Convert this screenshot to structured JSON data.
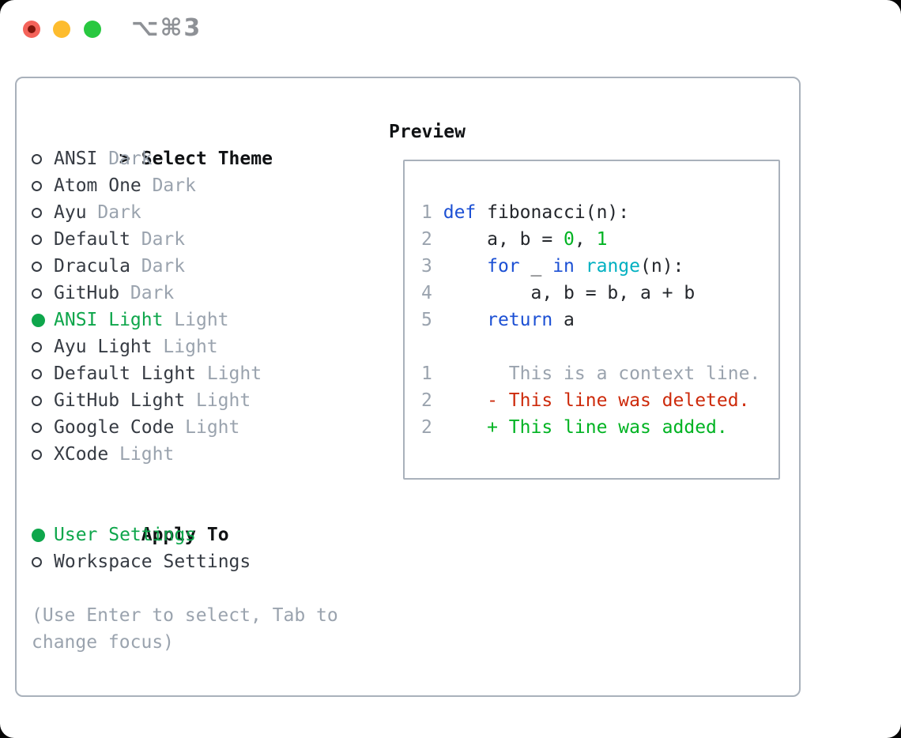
{
  "window": {
    "title": "⌥⌘3",
    "controls": [
      {
        "name": "close"
      },
      {
        "name": "minimize"
      },
      {
        "name": "zoom"
      }
    ]
  },
  "theme_selector": {
    "header_prefix": ">",
    "header": "Select Theme",
    "items": [
      {
        "name": "ANSI",
        "variant": "Dark",
        "selected": false
      },
      {
        "name": "Atom One",
        "variant": "Dark",
        "selected": false
      },
      {
        "name": "Ayu",
        "variant": "Dark",
        "selected": false
      },
      {
        "name": "Default",
        "variant": "Dark",
        "selected": false
      },
      {
        "name": "Dracula",
        "variant": "Dark",
        "selected": false
      },
      {
        "name": "GitHub",
        "variant": "Dark",
        "selected": false
      },
      {
        "name": "ANSI Light",
        "variant": "Light",
        "selected": true
      },
      {
        "name": "Ayu Light",
        "variant": "Light",
        "selected": false
      },
      {
        "name": "Default Light",
        "variant": "Light",
        "selected": false
      },
      {
        "name": "GitHub Light",
        "variant": "Light",
        "selected": false
      },
      {
        "name": "Google Code",
        "variant": "Light",
        "selected": false
      },
      {
        "name": "XCode",
        "variant": "Light",
        "selected": false
      }
    ]
  },
  "apply_to": {
    "header": "Apply To",
    "options": [
      {
        "label": "User Settings",
        "selected": true
      },
      {
        "label": "Workspace Settings",
        "selected": false
      }
    ]
  },
  "help_lines": [
    "(Use Enter to select, Tab to",
    "change focus)"
  ],
  "preview": {
    "header": "Preview",
    "code_lines": [
      [
        {
          "c": "ln",
          "t": "1"
        },
        {
          "c": "pl",
          "t": " "
        },
        {
          "c": "kw",
          "t": "def"
        },
        {
          "c": "pl",
          "t": " fibonacci(n):"
        }
      ],
      [
        {
          "c": "ln",
          "t": "2"
        },
        {
          "c": "pl",
          "t": "     a, b = "
        },
        {
          "c": "num",
          "t": "0"
        },
        {
          "c": "pl",
          "t": ", "
        },
        {
          "c": "num",
          "t": "1"
        }
      ],
      [
        {
          "c": "ln",
          "t": "3"
        },
        {
          "c": "pl",
          "t": "     "
        },
        {
          "c": "kw",
          "t": "for"
        },
        {
          "c": "pl",
          "t": " _ "
        },
        {
          "c": "kw",
          "t": "in"
        },
        {
          "c": "pl",
          "t": " "
        },
        {
          "c": "fn",
          "t": "range"
        },
        {
          "c": "pl",
          "t": "(n):"
        }
      ],
      [
        {
          "c": "ln",
          "t": "4"
        },
        {
          "c": "pl",
          "t": "         a, b = b, a + b"
        }
      ],
      [
        {
          "c": "ln",
          "t": "5"
        },
        {
          "c": "pl",
          "t": "     "
        },
        {
          "c": "kw",
          "t": "return"
        },
        {
          "c": "pl",
          "t": " a"
        }
      ]
    ],
    "diff_lines": [
      [
        {
          "c": "ln",
          "t": "1"
        },
        {
          "c": "ctx",
          "t": "       This is a context line."
        }
      ],
      [
        {
          "c": "ln",
          "t": "2"
        },
        {
          "c": "pl",
          "t": "     "
        },
        {
          "c": "del",
          "t": "- This line was deleted."
        }
      ],
      [
        {
          "c": "ln",
          "t": "2"
        },
        {
          "c": "pl",
          "t": "     "
        },
        {
          "c": "add",
          "t": "+ This line was added."
        }
      ]
    ]
  },
  "colors": {
    "light_red": "#f4635a",
    "light_red_dot": "#7f150b",
    "light_yellow": "#fdbc2e",
    "light_green": "#28c840",
    "title_gray": "#8e9196",
    "border_gray": "#a9b1bb",
    "header_black": "#101214",
    "text_dark": "#363b43",
    "code_dark": "#24272c",
    "muted_gray": "#9aa3ae",
    "select_green": "#0ea64b",
    "keyword_blue": "#1c50d4",
    "number_green": "#00b322",
    "function_cyan": "#00b0c1",
    "deleted_red": "#cd2a0b",
    "added_green": "#00b322"
  }
}
